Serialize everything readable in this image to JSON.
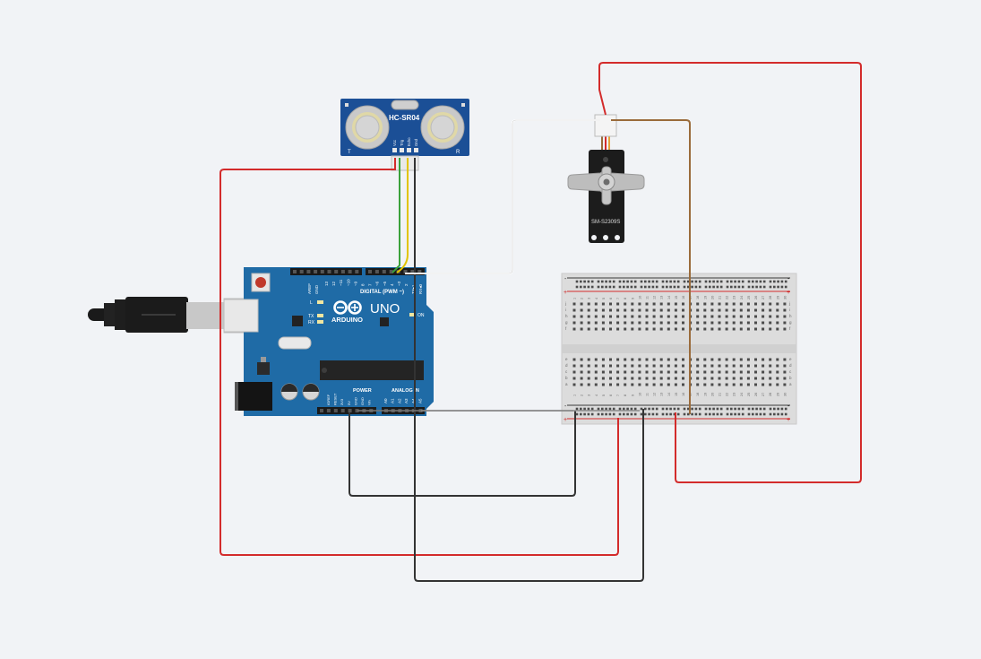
{
  "sensor": {
    "label": "HC-SR04",
    "pins": [
      "Vcc",
      "Trig",
      "Echo",
      "Gnd"
    ],
    "corner_left": "T",
    "corner_right": "R"
  },
  "servo": {
    "label": "SM-S2309S"
  },
  "arduino": {
    "brand": "ARDUINO",
    "model": "UNO",
    "digital_header": "DIGITAL (PWM ~)",
    "tx": "TX",
    "rx": "RX",
    "led_l": "L",
    "led_on": "ON",
    "aref": "AREF",
    "gnd": "GND",
    "tx_pin": "TX▸1",
    "rx_pin": "RX◂0",
    "power_header": "POWER",
    "analog_header": "ANALOG IN",
    "power_pins": [
      "IOREF",
      "RESET",
      "3V3",
      "5V",
      "GND",
      "GND",
      "Vin"
    ],
    "analog_pins": [
      "A0",
      "A1",
      "A2",
      "A3",
      "A4",
      "A5"
    ],
    "digital_pins": [
      "13",
      "12",
      "~11",
      "~10",
      "~9",
      "8",
      "7",
      "~6",
      "~5",
      "4",
      "~3",
      "2"
    ]
  },
  "breadboard": {
    "rows_top": [
      "j",
      "i",
      "h",
      "g",
      "f"
    ],
    "rows_bottom": [
      "e",
      "d",
      "c",
      "b",
      "a"
    ],
    "column_numbers": [
      "1",
      "2",
      "3",
      "4",
      "5",
      "6",
      "7",
      "8",
      "9",
      "10",
      "11",
      "12",
      "13",
      "14",
      "15",
      "16",
      "17",
      "18",
      "19",
      "20",
      "21",
      "22",
      "23",
      "24",
      "25",
      "26",
      "27",
      "28",
      "29",
      "30"
    ],
    "rail_plus": "+",
    "rail_minus": "-"
  },
  "colors": {
    "canvas": "#f1f3f6",
    "wire_red": "#d32b2b",
    "wire_black": "#333333",
    "wire_brown": "#9a6b3b",
    "wire_green": "#3aa13a",
    "wire_yellow": "#e2c400",
    "wire_white": "#ffffff",
    "board_blue": "#1e6ca8",
    "sensor_blue": "#1b4f96",
    "breadboard": "#dcdcdc"
  }
}
